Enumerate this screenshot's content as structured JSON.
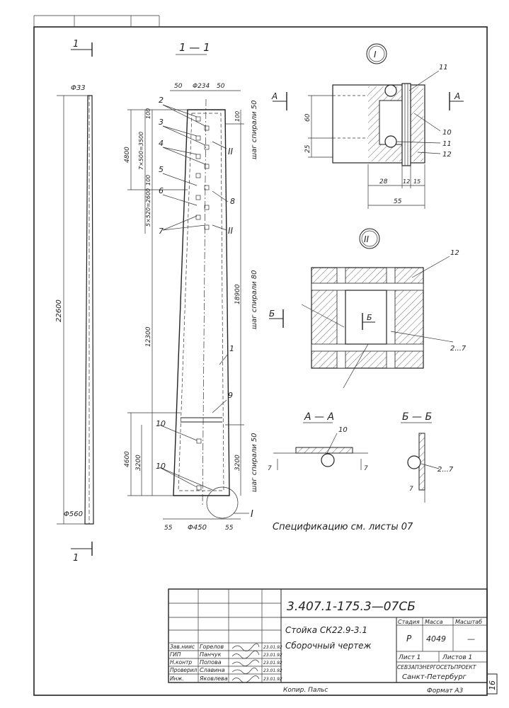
{
  "colors": {
    "ink": "#222222",
    "paper": "#ffffff"
  },
  "section_markers": {
    "top_left": "1",
    "bottom_left": "1",
    "section_title": "1 — 1",
    "detail_I": "I",
    "detail_II": "II",
    "detail_I_callout": "I"
  },
  "left_pole": {
    "top_dim": "Φ33",
    "bottom_dim": "Φ560",
    "length": "22600"
  },
  "main_pole": {
    "top_dims": [
      "50",
      "Φ234",
      "50"
    ],
    "bottom_dims": [
      "55",
      "Φ450",
      "55"
    ],
    "left_dims": [
      "4800",
      "7×500=3500",
      "100",
      "5×520=2600",
      "100",
      "12300",
      "4600",
      "3200"
    ],
    "right_dims": [
      "100",
      "18900",
      "3200"
    ],
    "spiral_labels": [
      "шаг спирали 50",
      "шаг спирали 80",
      "шаг спирали 50"
    ],
    "callouts": [
      "2",
      "3",
      "4",
      "5",
      "6",
      "7",
      "8",
      "II",
      "II",
      "1",
      "9",
      "10",
      "10"
    ]
  },
  "detail_I": {
    "dims_left": [
      "60",
      "25"
    ],
    "dims_bottom": [
      "28",
      "12",
      "15",
      "55"
    ],
    "callouts": [
      "11",
      "10",
      "11",
      "12"
    ],
    "section_mark": "А"
  },
  "detail_II": {
    "callouts": [
      "12",
      "2...7"
    ],
    "section_mark": "Б"
  },
  "section_AA": {
    "title": "А — А",
    "callout": "10",
    "dims": [
      "7",
      "7"
    ]
  },
  "section_BB": {
    "title": "Б — Б",
    "callout": "2...7",
    "dim": "7"
  },
  "spec_note": "Спецификацию см. листы 07",
  "title_block": {
    "doc_code": "3.407.1-175.3—07СБ",
    "item_name": "Стойка СК22.9-3.1",
    "item_type": "Сборочный чертеж",
    "col_headers": [
      "Стадия",
      "Масса",
      "Масштаб"
    ],
    "stage": "Р",
    "mass": "4049",
    "scale": "—",
    "sheet": "Лист 1",
    "sheets": "Листов 1",
    "org": "СЕВЗАПЭНЕРГОСЕТЬПРОЕКТ",
    "city": "Санкт-Петербург",
    "roles": [
      "Зав.ниис",
      "ГИП",
      "Н.контр",
      "Проверил",
      "Инж."
    ],
    "names": [
      "Горелов",
      "Панчук",
      "Попова",
      "Славина",
      "Яковлева"
    ],
    "dates": [
      "23.01.92",
      "23.01.92",
      "23.01.92",
      "23.01.92",
      "23.01.92"
    ]
  },
  "footer": {
    "copied": "Копир. Пальс",
    "format": "Формат А3",
    "sheet_num": "16"
  }
}
